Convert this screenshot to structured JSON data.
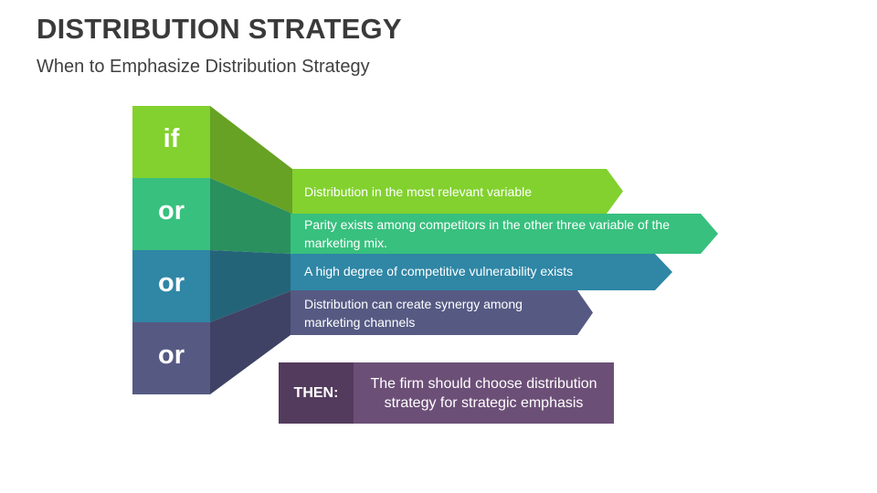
{
  "header": {
    "title": "DISTRIBUTION STRATEGY",
    "subtitle": "When to Emphasize Distribution Strategy"
  },
  "blocks": [
    {
      "word": "if"
    },
    {
      "word": "or"
    },
    {
      "word": "or"
    },
    {
      "word": "or"
    }
  ],
  "conditions": [
    {
      "text": "Distribution in the most relevant variable"
    },
    {
      "text": "Parity exists among competitors in the other three variable of the marketing mix."
    },
    {
      "text": "A high degree of competitive vulnerability exists"
    },
    {
      "text": "Distribution can create synergy among marketing channels"
    }
  ],
  "result": {
    "label": "THEN:",
    "text": "The firm should choose distribution strategy for strategic emphasis"
  },
  "colors": {
    "lime": "#82d12e",
    "lime_dark": "#67a224",
    "green": "#38c07e",
    "green_dark": "#2a905e",
    "teal": "#2f86a5",
    "teal_dark": "#246479",
    "slate": "#565a83",
    "slate_dark": "#3f4264",
    "purple": "#6c4f77",
    "purple_dark": "#533b5d"
  }
}
